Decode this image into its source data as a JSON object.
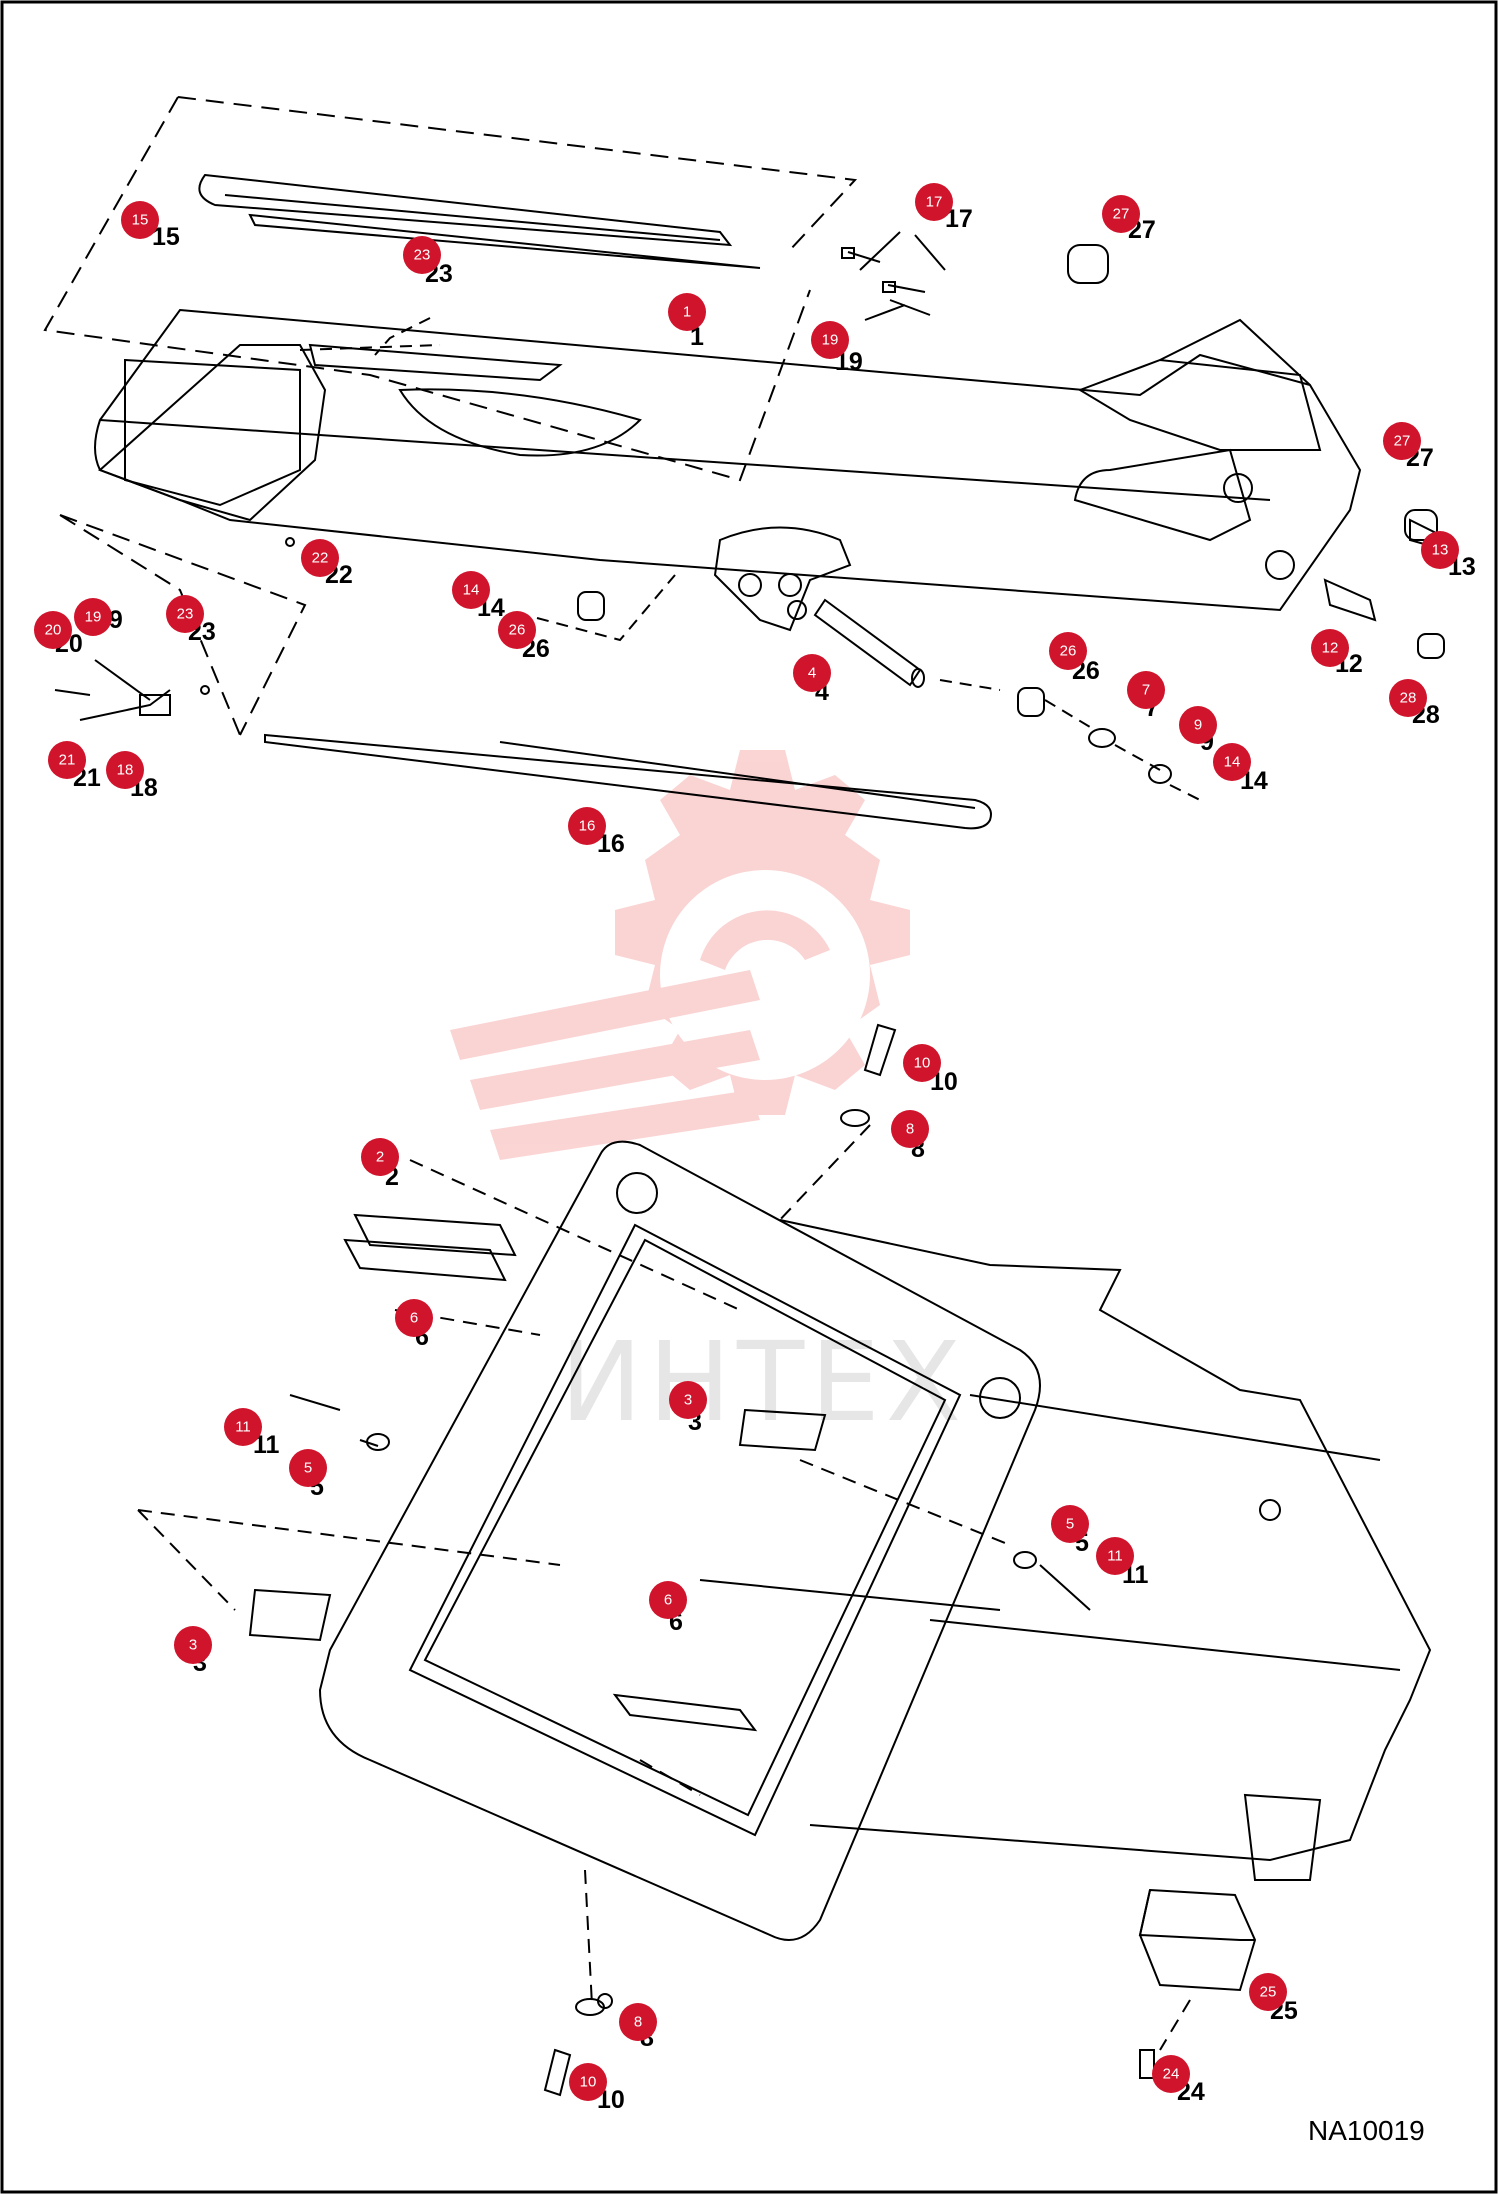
{
  "figure_id": "NA10019",
  "watermark_text": "ИНТЕХ",
  "accent_color": "#d0142c",
  "watermark_color": "#f5a3a3",
  "callouts": [
    {
      "n": "15"
    },
    {
      "n": "23"
    },
    {
      "n": "1"
    },
    {
      "n": "17"
    },
    {
      "n": "19"
    },
    {
      "n": "27"
    },
    {
      "n": "27"
    },
    {
      "n": "13"
    },
    {
      "n": "22"
    },
    {
      "n": "14"
    },
    {
      "n": "26"
    },
    {
      "n": "12"
    },
    {
      "n": "28"
    },
    {
      "n": "19"
    },
    {
      "n": "20"
    },
    {
      "n": "23"
    },
    {
      "n": "4"
    },
    {
      "n": "26"
    },
    {
      "n": "7"
    },
    {
      "n": "9"
    },
    {
      "n": "14"
    },
    {
      "n": "21"
    },
    {
      "n": "18"
    },
    {
      "n": "16"
    },
    {
      "n": "10"
    },
    {
      "n": "8"
    },
    {
      "n": "2"
    },
    {
      "n": "6"
    },
    {
      "n": "3"
    },
    {
      "n": "11"
    },
    {
      "n": "5"
    },
    {
      "n": "5"
    },
    {
      "n": "11"
    },
    {
      "n": "3"
    },
    {
      "n": "6"
    },
    {
      "n": "8"
    },
    {
      "n": "10"
    },
    {
      "n": "25"
    },
    {
      "n": "24"
    }
  ]
}
